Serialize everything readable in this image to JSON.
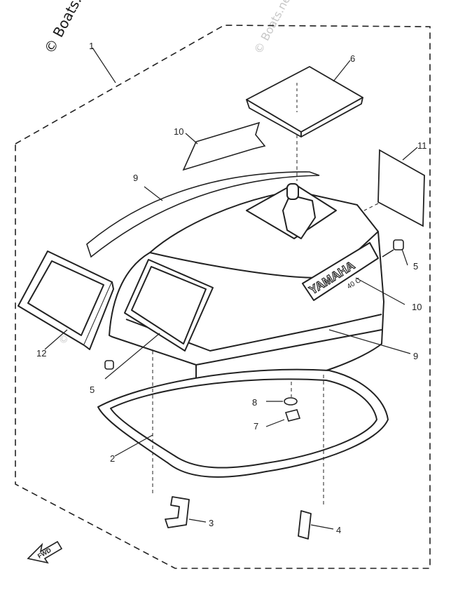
{
  "watermark": {
    "primary": "© Boats.net",
    "secondary": "© Boats.net"
  },
  "diagram": {
    "brand_text": "YAMAHA",
    "model_text": "40 C",
    "fwd_text": "FWD"
  },
  "parts": [
    {
      "id": "p1",
      "label": "1"
    },
    {
      "id": "p2",
      "label": "2"
    },
    {
      "id": "p3",
      "label": "3"
    },
    {
      "id": "p4",
      "label": "4"
    },
    {
      "id": "p5a",
      "label": "5"
    },
    {
      "id": "p5b",
      "label": "5"
    },
    {
      "id": "p6",
      "label": "6"
    },
    {
      "id": "p7",
      "label": "7"
    },
    {
      "id": "p8",
      "label": "8"
    },
    {
      "id": "p9a",
      "label": "9"
    },
    {
      "id": "p9b",
      "label": "9"
    },
    {
      "id": "p10a",
      "label": "10"
    },
    {
      "id": "p10b",
      "label": "10"
    },
    {
      "id": "p11",
      "label": "11"
    },
    {
      "id": "p12",
      "label": "12"
    }
  ]
}
